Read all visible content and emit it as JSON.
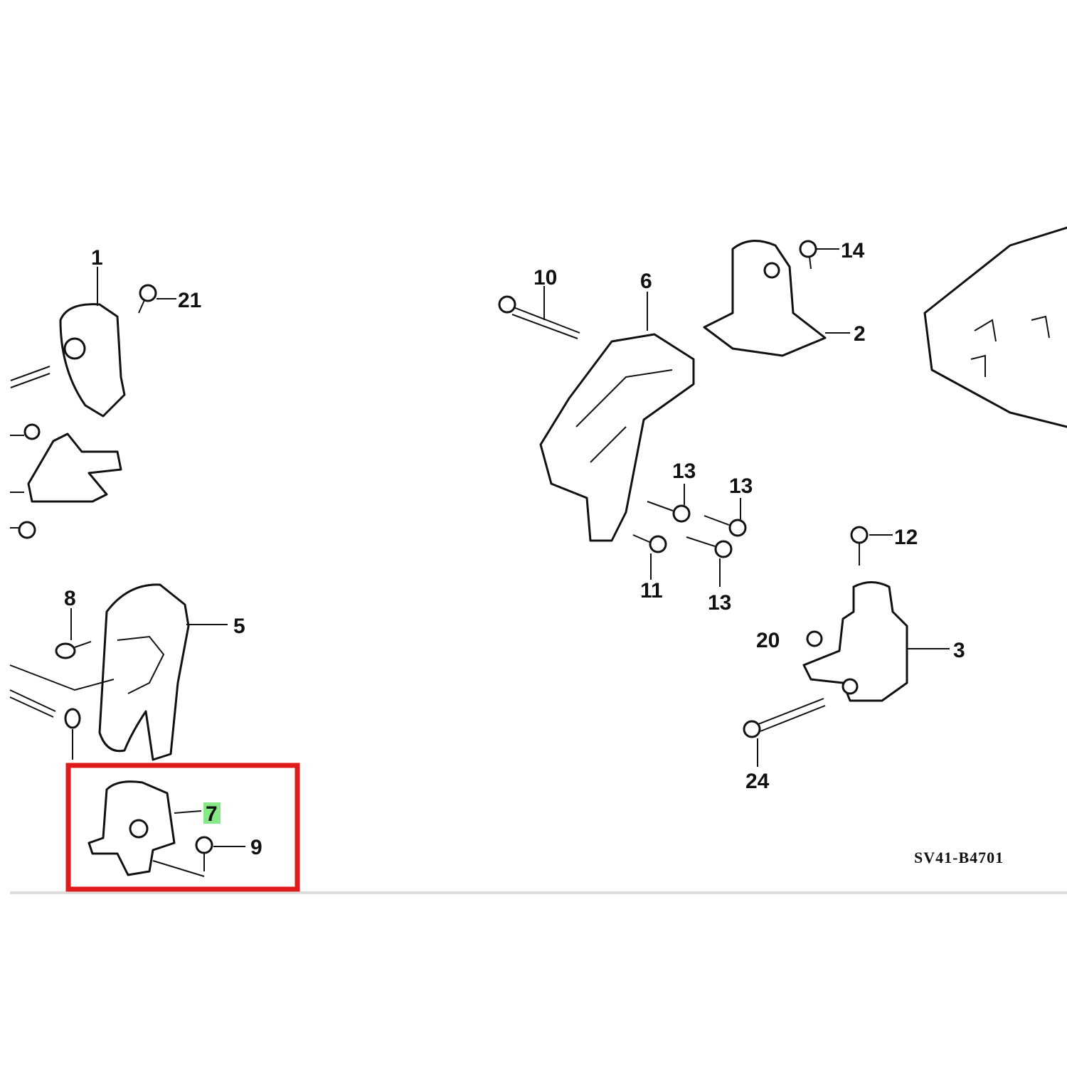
{
  "diagram": {
    "code": "SV41-B4701",
    "highlight_color": "#e01b1b",
    "label_highlight_color": "#86e886",
    "callouts": {
      "c1": "1",
      "c2": "2",
      "c3": "3",
      "c5": "5",
      "c6": "6",
      "c7": "7",
      "c8": "8",
      "c9": "9",
      "c10": "10",
      "c11": "11",
      "c12": "12",
      "c13a": "13",
      "c13b": "13",
      "c13c": "13",
      "c14": "14",
      "c20": "20",
      "c21": "21",
      "c24": "24"
    }
  }
}
